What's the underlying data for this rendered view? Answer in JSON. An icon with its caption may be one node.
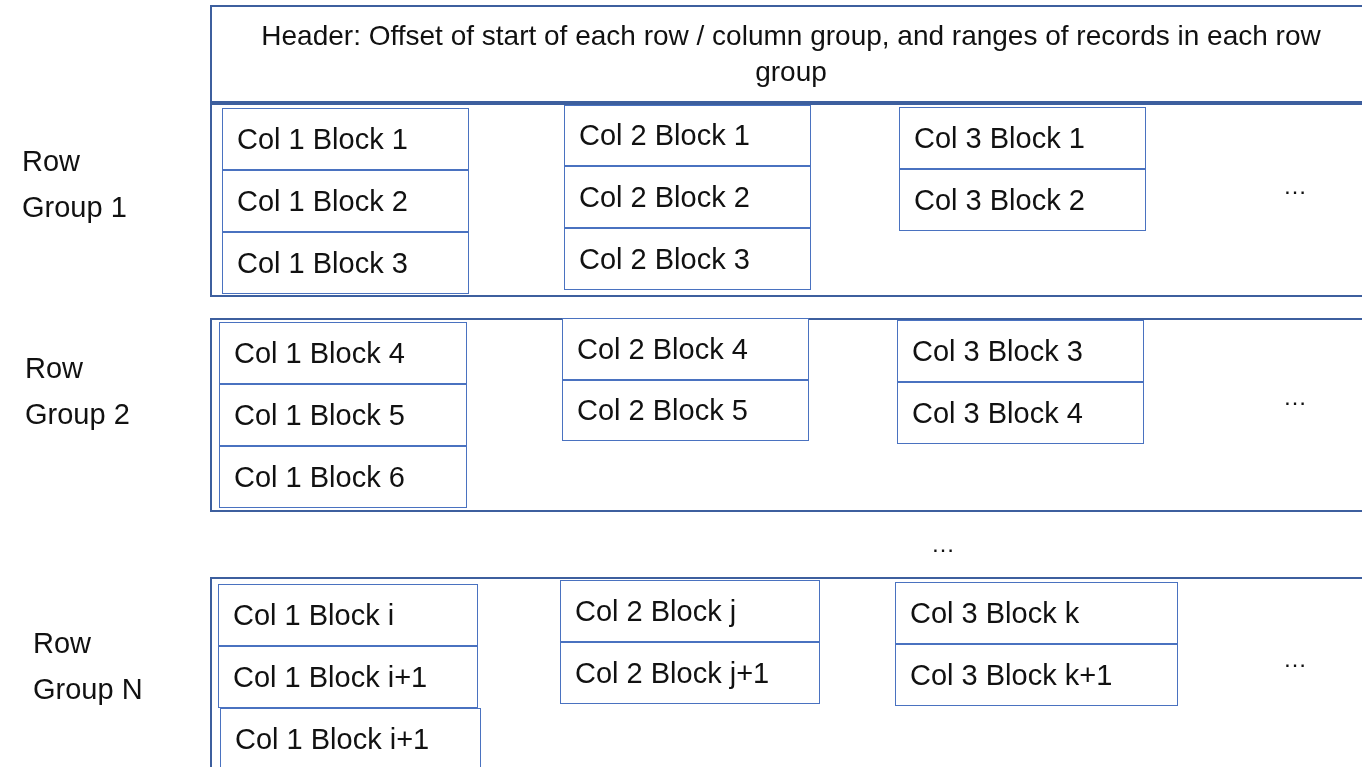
{
  "diagram": {
    "nodes": [
      {
        "text": [
          "Header:  Offset of start of each row / column group, and ranges of records in each row group"
        ]
      },
      {
        "text": [
          "Row Group 1"
        ]
      },
      {
        "text": [
          "Col 1 Block 1"
        ],
        "in": 1
      },
      {
        "text": [
          "Col 1 Block 2"
        ],
        "in": 1
      },
      {
        "text": [
          "Col 1 Block 3"
        ],
        "in": 1
      },
      {
        "text": [
          "Col 2 Block 1"
        ],
        "in": 1
      },
      {
        "text": [
          "Col 2 Block 2"
        ],
        "in": 1
      },
      {
        "text": [
          "Col 2 Block 3"
        ],
        "in": 1
      },
      {
        "text": [
          "Col 3 Block 1"
        ],
        "in": 1
      },
      {
        "text": [
          "Col 3 Block 2"
        ],
        "in": 1
      },
      {
        "text": [
          "Row Group 2"
        ]
      },
      {
        "text": [
          "Col 1 Block 4"
        ],
        "in": 10
      },
      {
        "text": [
          "Col 1 Block 5"
        ],
        "in": 10
      },
      {
        "text": [
          "Col 1 Block 6"
        ],
        "in": 10
      },
      {
        "text": [
          "Col 2 Block 4"
        ],
        "in": 10
      },
      {
        "text": [
          "Col 2 Block 5"
        ],
        "in": 10
      },
      {
        "text": [
          "Col 3 Block 3"
        ],
        "in": 10
      },
      {
        "text": [
          "Col 3 Block 4"
        ],
        "in": 10
      },
      {
        "text": [
          "Row Group N"
        ]
      },
      {
        "text": [
          "Col 1 Block i"
        ],
        "in": 18
      },
      {
        "text": [
          "Col 1 Block i+1"
        ],
        "in": 18
      },
      {
        "text": [
          "Col 1 Block i+1"
        ],
        "in": 18
      },
      {
        "text": [
          "Col 2 Block j"
        ],
        "in": 18
      },
      {
        "text": [
          "Col 2 Block j+1"
        ],
        "in": 18
      },
      {
        "text": [
          "Col 3 Block k"
        ],
        "in": 18
      },
      {
        "text": [
          "Col 3 Block k+1"
        ],
        "in": 18
      }
    ],
    "labels": [
      "…",
      "…",
      "…",
      "…"
    ]
  }
}
